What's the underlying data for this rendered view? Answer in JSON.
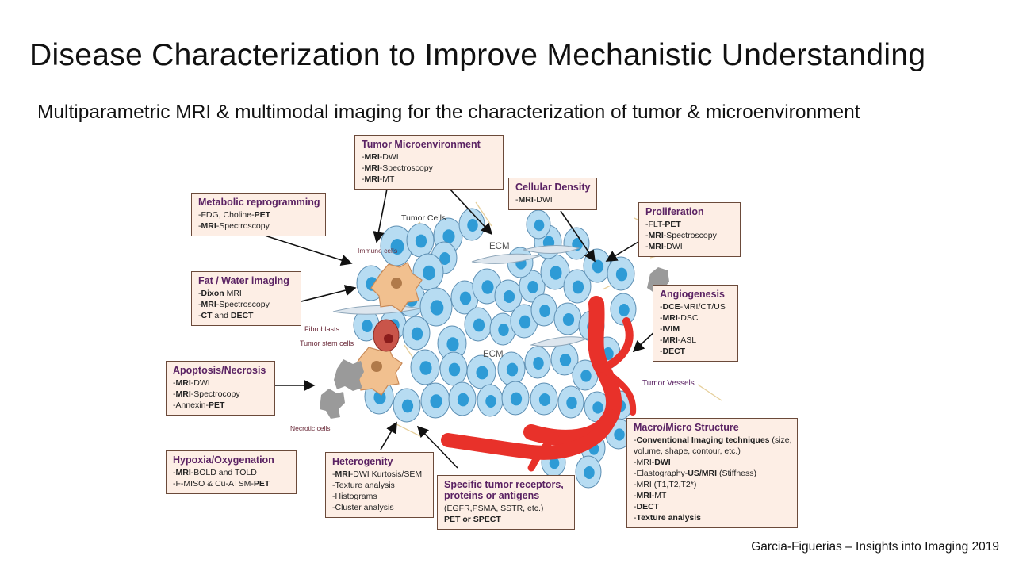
{
  "slide": {
    "title": "Disease Characterization to Improve Mechanistic Understanding",
    "subtitle": "Multiparametric MRI & multimodal imaging for the characterization of tumor & microenvironment",
    "citation": "Garcia-Figuerias – Insights into Imaging 2019"
  },
  "boxes": {
    "tumor_microenvironment": {
      "title": "Tumor Microenvironment",
      "lines": [
        [
          "-",
          "MRI",
          "-DWI"
        ],
        [
          "-",
          "MRI",
          "-Spectroscopy"
        ],
        [
          "-",
          "MRI",
          "-MT"
        ]
      ]
    },
    "metabolic": {
      "title": "Metabolic reprogramming",
      "lines": [
        [
          "-FDG, Choline-",
          "PET",
          ""
        ],
        [
          "-",
          "MRI",
          "-Spectroscopy"
        ]
      ]
    },
    "cellular_density": {
      "title": "Cellular Density",
      "lines": [
        [
          "-",
          "MRI",
          "-DWI"
        ]
      ]
    },
    "proliferation": {
      "title": "Proliferation",
      "lines": [
        [
          "-FLT-",
          "PET",
          ""
        ],
        [
          "-",
          "MRI",
          "-Spectroscopy"
        ],
        [
          "-",
          "MRI",
          "-DWI"
        ]
      ]
    },
    "fat_water": {
      "title": "Fat / Water imaging",
      "lines": [
        [
          "-",
          "Dixon",
          " MRI"
        ],
        [
          "-",
          "MRI",
          "-Spectroscopy"
        ],
        [
          "-",
          "CT",
          " and ",
          "DECT"
        ]
      ]
    },
    "angiogenesis": {
      "title": "Angiogenesis",
      "lines": [
        [
          "-",
          "DCE",
          "-MRI/CT/US"
        ],
        [
          "-",
          "MRI",
          "-DSC"
        ],
        [
          "-",
          "IVIM",
          ""
        ],
        [
          "-",
          "MRI",
          "-ASL"
        ],
        [
          "-",
          "DECT",
          ""
        ]
      ]
    },
    "apoptosis": {
      "title": "Apoptosis/Necrosis",
      "lines": [
        [
          "-",
          "MRI",
          "-DWI"
        ],
        [
          "-",
          "MRI",
          "-Spectrocopy"
        ],
        [
          "-Annexin-",
          "PET",
          ""
        ]
      ]
    },
    "hypoxia": {
      "title": "Hypoxia/Oxygenation",
      "lines": [
        [
          "-",
          "MRI",
          "-BOLD and TOLD"
        ],
        [
          "-F-MISO & Cu-ATSM-",
          "PET",
          ""
        ]
      ]
    },
    "heterogeneity": {
      "title": "Heterogenity",
      "lines": [
        [
          "-",
          "MRI",
          "-DWI Kurtosis/SEM"
        ],
        [
          "-Texture analysis"
        ],
        [
          "-Histograms"
        ],
        [
          "-Cluster analysis"
        ]
      ]
    },
    "receptors": {
      "title": "Specific tumor receptors, proteins or antigens",
      "lines": [
        [
          "(EGFR,PSMA, SSTR, etc.)"
        ],
        [
          "",
          "PET or SPECT",
          ""
        ]
      ]
    },
    "macro_micro": {
      "title": "Macro/Micro Structure",
      "lines": [
        [
          "-",
          "Conventional Imaging techniques",
          "  (size,"
        ],
        [
          "volume, shape, contour, etc.)"
        ],
        [
          "-MRI-",
          "DWI",
          ""
        ],
        [
          "-Elastography-",
          "US/MRI",
          " (Stiffness)"
        ],
        [
          "-MRI (T1,T2,T2*)"
        ],
        [
          "-",
          "MRI",
          "-MT"
        ],
        [
          "-",
          "DECT",
          ""
        ],
        [
          "-",
          "Texture analysis",
          ""
        ]
      ]
    }
  },
  "labels": {
    "tumor_cells": "Tumor Cells",
    "immune_cells": "Immune cells",
    "ecm_top": "ECM",
    "ecm_mid": "ECM",
    "fibroblasts": "Fibroblasts",
    "tumor_stem_cells": "Tumor stem cells",
    "tumor_vessels": "Tumor Vessels",
    "necrotic_cells": "Necrotic cells"
  },
  "colors": {
    "box_fill": "#fdeee5",
    "box_title": "#5a2263",
    "tumor_cell": "#b7dcf2",
    "nucleus": "#2e9bd6",
    "vessel": "#e8312a",
    "immune_cell": "#f1c08f",
    "stem_cell": "#c9554a",
    "necrotic": "#9a9a9a"
  }
}
